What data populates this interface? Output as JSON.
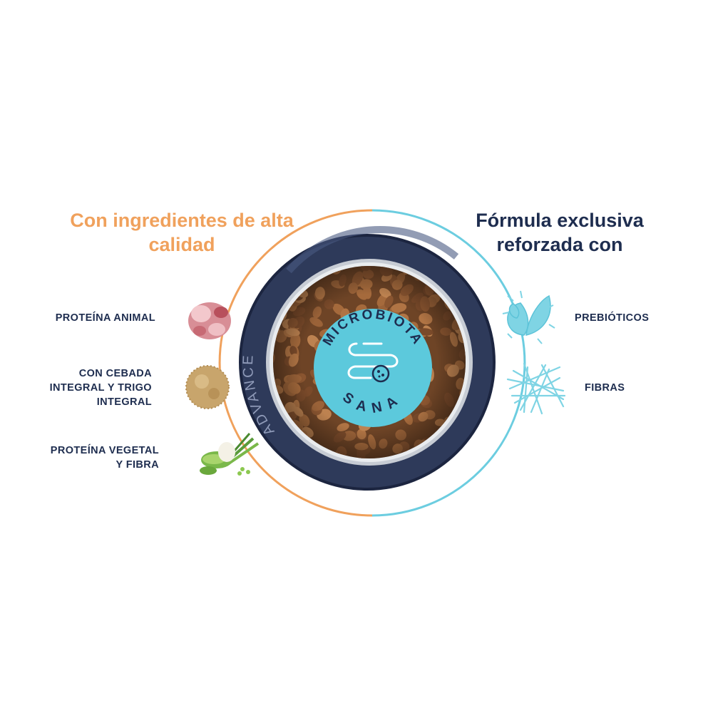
{
  "colors": {
    "left_accent": "#f0a15c",
    "right_accent": "#6ccde0",
    "text_dark": "#1e2d4f",
    "badge": "#5cc9dc",
    "bowl": "#2e3a5a",
    "kibble": "#9a6238"
  },
  "left_heading": [
    "Con ingredientes de alta",
    "calidad"
  ],
  "right_heading": [
    "Fórmula exclusiva",
    "reforzada con"
  ],
  "left_items": [
    {
      "lines": [
        "PROTEÍNA ANIMAL"
      ],
      "icon": "meat-icon"
    },
    {
      "lines": [
        "CON CEBADA",
        "INTEGRAL Y TRIGO",
        "INTEGRAL"
      ],
      "icon": "grain-icon"
    },
    {
      "lines": [
        "PROTEÍNA VEGETAL",
        "Y FIBRA"
      ],
      "icon": "vegetables-icon"
    }
  ],
  "right_items": [
    {
      "lines": [
        "PREBIÓTICOS"
      ],
      "icon": "leaf-icon"
    },
    {
      "lines": [
        "FIBRAS"
      ],
      "icon": "fiber-icon"
    }
  ],
  "badge": {
    "top": "MICROBIOTA",
    "bottom": "SANA",
    "icon": "intestine-icon"
  },
  "bowl_text": "ADVANCE"
}
